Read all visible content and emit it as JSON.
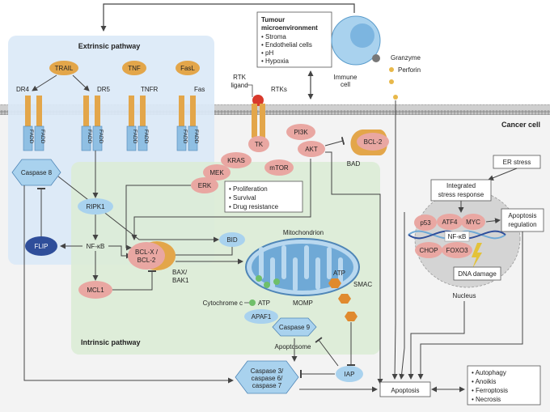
{
  "panels": {
    "extrinsic": "Extrinsic pathway",
    "intrinsic": "Intrinsic pathway",
    "cancer_cell": "Cancer cell"
  },
  "microenvironment": {
    "title_line1": "Tumour",
    "title_line2": "microenvironment",
    "items": [
      "• Stroma",
      "• Endothelial cells",
      "• pH",
      "• Hypoxia"
    ]
  },
  "immune": {
    "label_line1": "Immune",
    "label_line2": "cell",
    "granzyme": "Granzyme",
    "perforin": "Perforin"
  },
  "ligands": {
    "trail": "TRAIL",
    "tnf": "TNF",
    "fasl": "FasL"
  },
  "receptors": {
    "dr4": "DR4",
    "dr5": "DR5",
    "tnfr": "TNFR",
    "fas": "Fas",
    "rtks": "RTKs"
  },
  "rtk_ligand": {
    "line1": "RTK",
    "line2": "ligand"
  },
  "adaptor": {
    "fadd": "FADD"
  },
  "nodes": {
    "caspase8": "Caspase 8",
    "ripk1": "RIPK1",
    "flip": "FLIP",
    "nfkb": "NF-κB",
    "mcl1": "MCL1",
    "tk": "TK",
    "pi3k": "PI3K",
    "akt": "AKT",
    "bcl2": "BCL-2",
    "bad": "BAD",
    "kras": "KRAS",
    "mek": "MEK",
    "erk": "ERK",
    "mtor": "mTOR",
    "bid": "BID",
    "bclx_line1": "BCL-X /",
    "bclx_line2": "BCL-2",
    "bax_line1": "BAX/",
    "bax_line2": "BAK1",
    "mitochondrion": "Mitochondrion",
    "atp": "ATP",
    "smac": "SMAC",
    "cytochrome_c": "Cytochrome c",
    "atp_cyt": "ATP",
    "momp": "MOMP",
    "apaf1": "APAF1",
    "caspase9": "Caspase 9",
    "apoptosome": "Apoptosome",
    "iap": "IAP",
    "caspase3_line1": "Caspase 3/",
    "caspase3_line2": "caspase 6/",
    "caspase3_line3": "caspase 7",
    "apoptosis": "Apoptosis"
  },
  "proliferation_box": [
    "• Proliferation",
    "• Survival",
    "• Drug resistance"
  ],
  "nucleus": {
    "er_stress": "ER stress",
    "isr_line1": "Integrated",
    "isr_line2": "stress response",
    "p53": "p53",
    "atf4": "ATF4",
    "myc": "MYC",
    "nfkb": "NF-κB",
    "chop": "CHOP",
    "foxo3": "FOXO3",
    "dna_damage": "DNA damage",
    "label": "Nucleus",
    "regulation_line1": "Apoptosis",
    "regulation_line2": "regulation"
  },
  "other_death": [
    "• Autophagy",
    "• Anoikis",
    "• Ferroptosis",
    "• Necrosis"
  ],
  "colors": {
    "extrinsic_panel": "#dbe9f7",
    "intrinsic_panel": "#dcecd6",
    "membrane": "#bfbfbf",
    "receptor": "#e3a64a",
    "fadd": "#8fbfe3",
    "pink_node": "#e9a7a2",
    "caspase": "#a9d2ee",
    "flip": "#2f4e9a",
    "orange": "#e08a2e",
    "mitochondrion": "#6fa9d6"
  }
}
